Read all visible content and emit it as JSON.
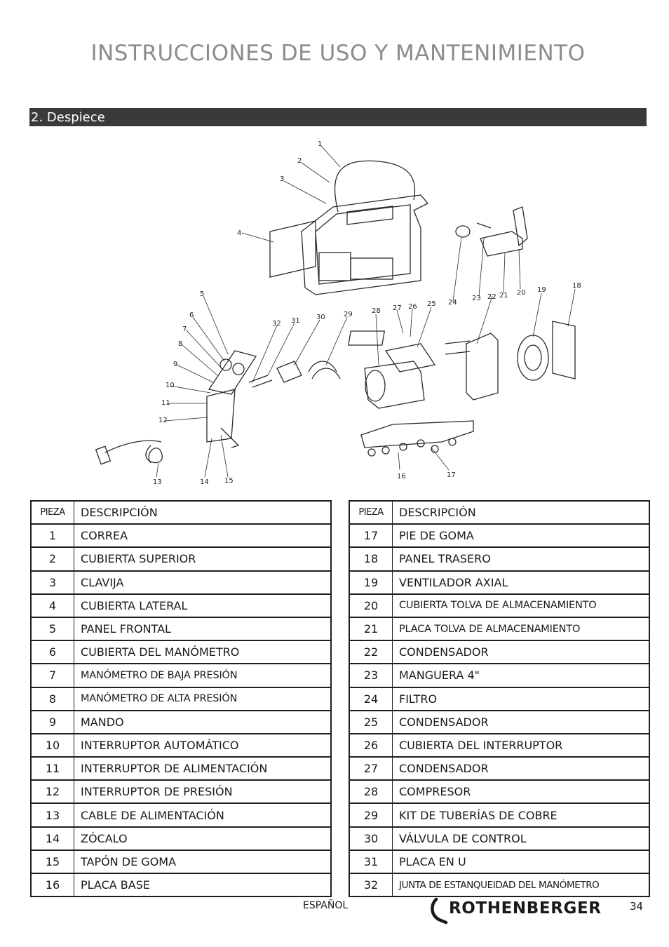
{
  "header": {
    "title": "INSTRUCCIONES DE USO Y MANTENIMIENTO"
  },
  "section": {
    "title": "2. Despiece"
  },
  "diagram": {
    "callouts": [
      "1",
      "2",
      "3",
      "4",
      "5",
      "6",
      "7",
      "8",
      "9",
      "10",
      "11",
      "12",
      "13",
      "14",
      "15",
      "16",
      "17",
      "18",
      "19",
      "20",
      "21",
      "22",
      "23",
      "24",
      "25",
      "26",
      "27",
      "28",
      "29",
      "30",
      "31",
      "32"
    ]
  },
  "table_left": {
    "headers": [
      "PIEZA",
      "DESCRIPCIÓN"
    ],
    "rows": [
      [
        "1",
        "CORREA"
      ],
      [
        "2",
        "CUBIERTA SUPERIOR"
      ],
      [
        "3",
        "CLAVIJA"
      ],
      [
        "4",
        "CUBIERTA LATERAL"
      ],
      [
        "5",
        "PANEL FRONTAL"
      ],
      [
        "6",
        "CUBIERTA DEL MANÓMETRO"
      ],
      [
        "7",
        "MANÓMETRO DE BAJA PRESIÓN"
      ],
      [
        "8",
        "MANÓMETRO DE ALTA PRESIÓN"
      ],
      [
        "9",
        "MANDO"
      ],
      [
        "10",
        "INTERRUPTOR AUTOMÁTICO"
      ],
      [
        "11",
        "INTERRUPTOR DE ALIMENTACIÓN"
      ],
      [
        "12",
        "INTERRUPTOR DE PRESIÓN"
      ],
      [
        "13",
        "CABLE DE ALIMENTACIÓN"
      ],
      [
        "14",
        "ZÓCALO"
      ],
      [
        "15",
        "TAPÓN DE GOMA"
      ],
      [
        "16",
        "PLACA BASE"
      ]
    ]
  },
  "table_right": {
    "headers": [
      "PIEZA",
      "DESCRIPCIÓN"
    ],
    "rows": [
      [
        "17",
        "PIE DE GOMA"
      ],
      [
        "18",
        "PANEL TRASERO"
      ],
      [
        "19",
        "VENTILADOR AXIAL"
      ],
      [
        "20",
        "CUBIERTA TOLVA DE ALMACENAMIENTO"
      ],
      [
        "21",
        "PLACA TOLVA DE ALMACENAMIENTO"
      ],
      [
        "22",
        "CONDENSADOR"
      ],
      [
        "23",
        "MANGUERA 4\""
      ],
      [
        "24",
        "FILTRO"
      ],
      [
        "25",
        "CONDENSADOR"
      ],
      [
        "26",
        "CUBIERTA DEL INTERRUPTOR"
      ],
      [
        "27",
        "CONDENSADOR"
      ],
      [
        "28",
        "COMPRESOR"
      ],
      [
        "29",
        "KIT DE TUBERÍAS DE COBRE"
      ],
      [
        "30",
        "VÁLVULA DE CONTROL"
      ],
      [
        "31",
        "PLACA EN U"
      ],
      [
        "32",
        "JUNTA DE ESTANQUEIDAD DEL MANÓMETRO"
      ]
    ]
  },
  "footer": {
    "language": "ESPAÑOL",
    "brand": "ROTHENBERGER",
    "page_number": "34"
  }
}
